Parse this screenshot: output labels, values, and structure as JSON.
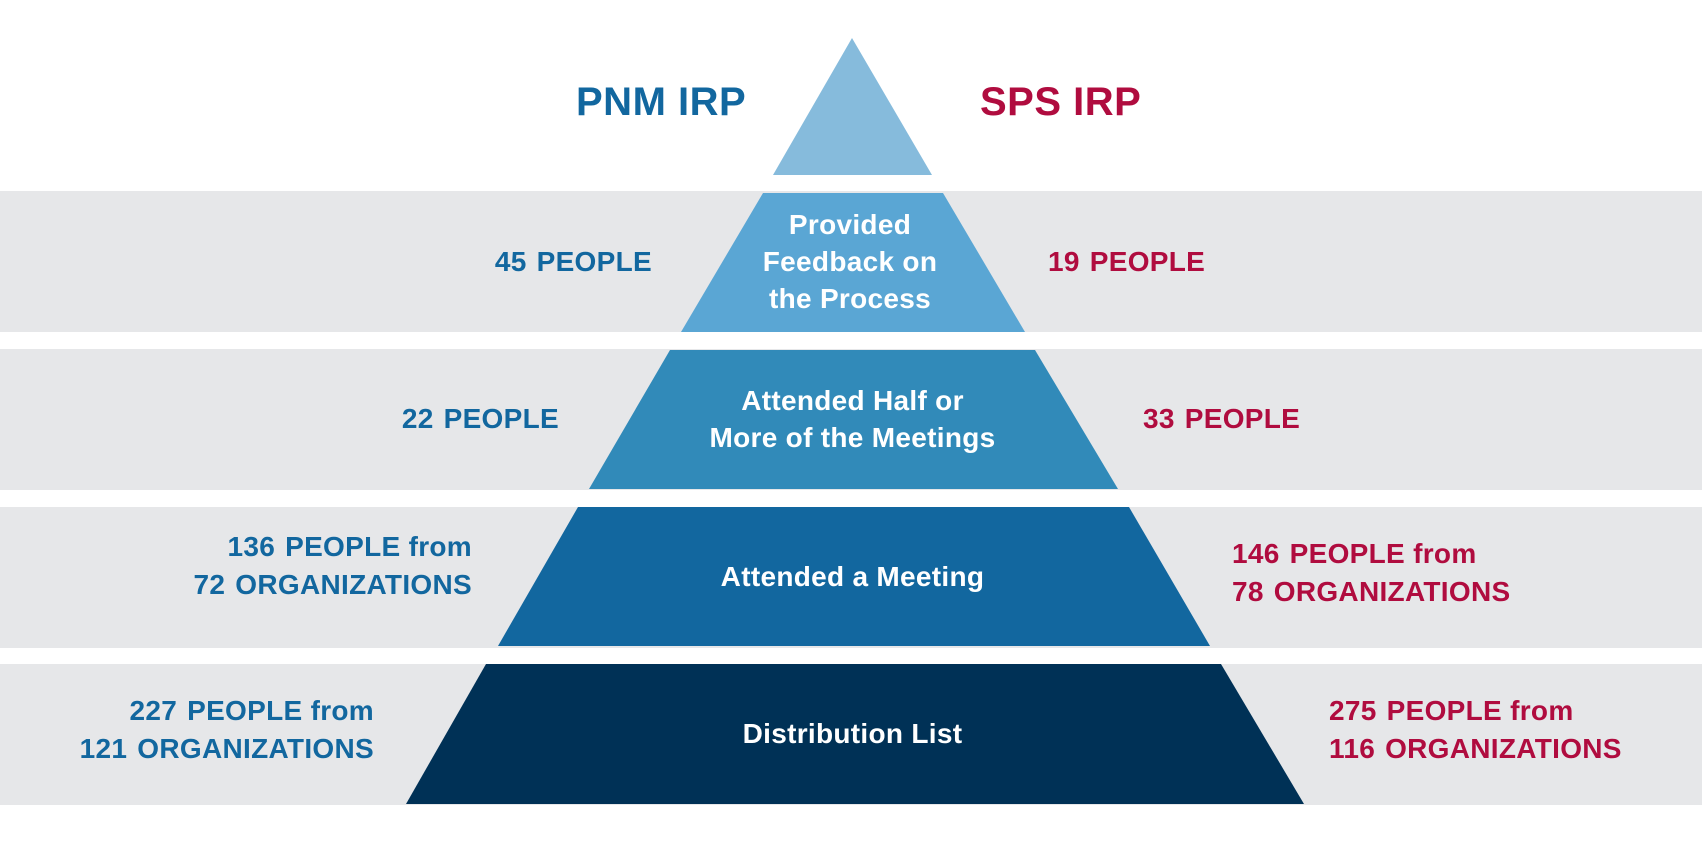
{
  "headers": {
    "left": "PNM IRP",
    "right": "SPS IRP"
  },
  "colors": {
    "pnm_blue": "#12679f",
    "sps_red": "#b00c3f",
    "band_gray": "#e6e7e9",
    "tier_top": "#86bbdc",
    "tier_1": "#5aa6d4",
    "tier_2": "#318ab9",
    "tier_3": "#12679f",
    "tier_4": "#003156"
  },
  "tiers": [
    {
      "label_lines": [
        "Provided",
        "Feedback on",
        "the Process"
      ],
      "left": {
        "lines": [
          {
            "num": "45",
            "text": "PEOPLE"
          }
        ]
      },
      "right": {
        "lines": [
          {
            "num": "19",
            "text": "PEOPLE"
          }
        ]
      }
    },
    {
      "label_lines": [
        "Attended Half or",
        "More of the Meetings"
      ],
      "left": {
        "lines": [
          {
            "num": "22",
            "text": "PEOPLE"
          }
        ]
      },
      "right": {
        "lines": [
          {
            "num": "33",
            "text": "PEOPLE"
          }
        ]
      }
    },
    {
      "label_lines": [
        "Attended a Meeting"
      ],
      "left": {
        "lines": [
          {
            "num": "136",
            "text": "PEOPLE from"
          },
          {
            "num": "72",
            "text": "ORGANIZATIONS"
          }
        ]
      },
      "right": {
        "lines": [
          {
            "num": "146",
            "text": "PEOPLE from"
          },
          {
            "num": "78",
            "text": "ORGANIZATIONS"
          }
        ]
      }
    },
    {
      "label_lines": [
        "Distribution List"
      ],
      "left": {
        "lines": [
          {
            "num": "227",
            "text": "PEOPLE from"
          },
          {
            "num": "121",
            "text": "ORGANIZATIONS"
          }
        ]
      },
      "right": {
        "lines": [
          {
            "num": "275",
            "text": "PEOPLE from"
          },
          {
            "num": "116",
            "text": "ORGANIZATIONS"
          }
        ]
      }
    }
  ]
}
